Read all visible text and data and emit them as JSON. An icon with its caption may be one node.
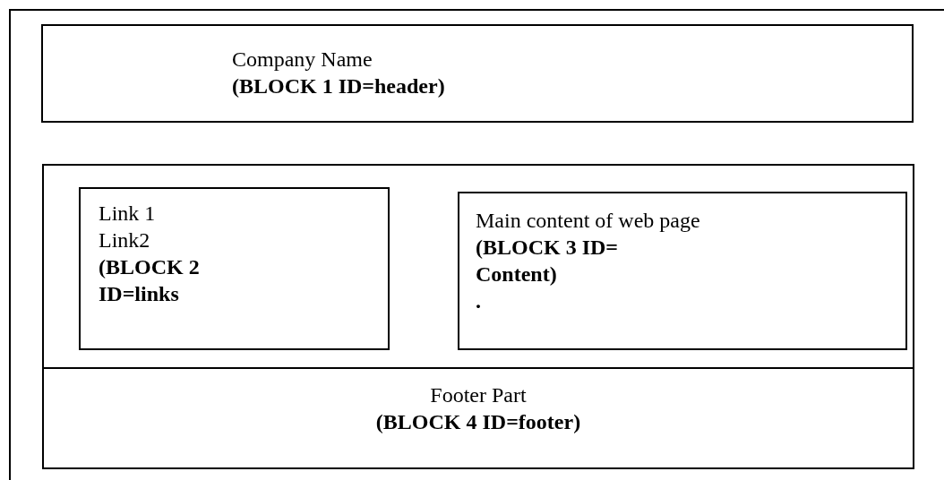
{
  "diagram": {
    "nodes": [
      {
        "text": [],
        "shape": "box"
      },
      {
        "text": [
          "Company Name",
          "(BLOCK 1 ID=header)"
        ],
        "in": 0
      },
      {
        "text": [],
        "shape": "box",
        "in": 0
      },
      {
        "text": [
          "Link 1",
          "Link2",
          "(BLOCK 2 ID=links"
        ],
        "in": 2
      },
      {
        "text": [
          "Main content of web page",
          "(BLOCK 3 ID= Content)",
          "."
        ],
        "in": 2
      },
      {
        "text": [
          "Footer Part",
          "(BLOCK 4 ID=footer)"
        ],
        "in": 0
      }
    ]
  }
}
